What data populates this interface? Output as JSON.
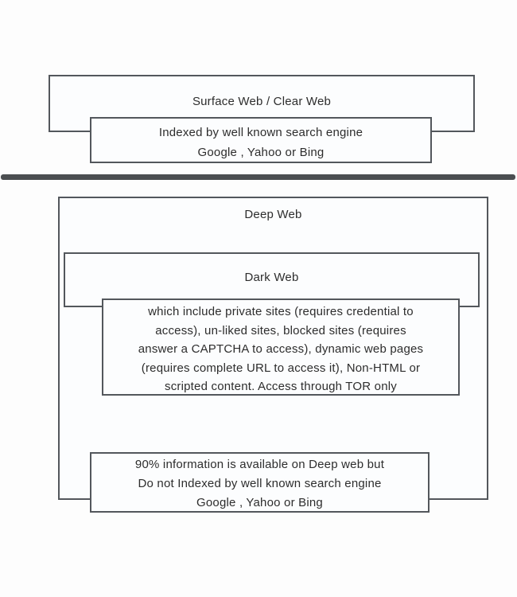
{
  "colors": {
    "border": "#53575c",
    "divider": "#4b4e51",
    "box_fill": "#fcfdfe",
    "text": "#2d2d2d",
    "background": "#fdfdfd"
  },
  "surface_web": {
    "title": "Surface Web / Clear Web",
    "note": {
      "lines": [
        "Indexed by well known search engine",
        "Google , Yahoo or Bing"
      ]
    }
  },
  "deep_web": {
    "title": "Deep Web",
    "dark_web": {
      "title": "Dark Web",
      "description_lines": [
        "which include private sites (requires credential to",
        "access), un-liked sites, blocked sites (requires",
        "answer a CAPTCHA to access),  dynamic web pages",
        "(requires complete URL to access it), Non-HTML or",
        "scripted content. Access through TOR only"
      ]
    },
    "note": {
      "lines": [
        "90% information is available on Deep web but",
        "Do not Indexed by well known search engine",
        "Google , Yahoo or Bing"
      ]
    }
  }
}
